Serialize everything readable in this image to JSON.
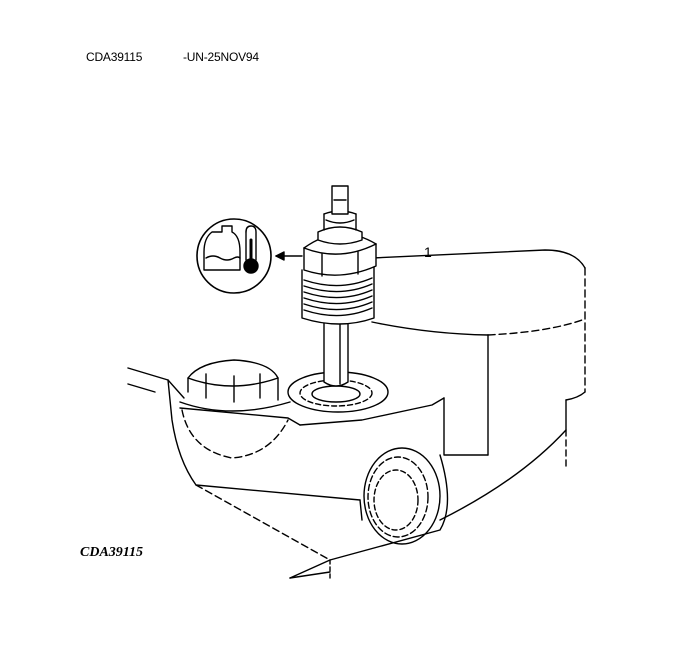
{
  "header": {
    "code": "CDA39115",
    "date": "-UN-25NOV94"
  },
  "figure": {
    "id": "CDA39115",
    "callout": "1"
  },
  "icons": {
    "symbol": "coolant-temperature-icon"
  }
}
